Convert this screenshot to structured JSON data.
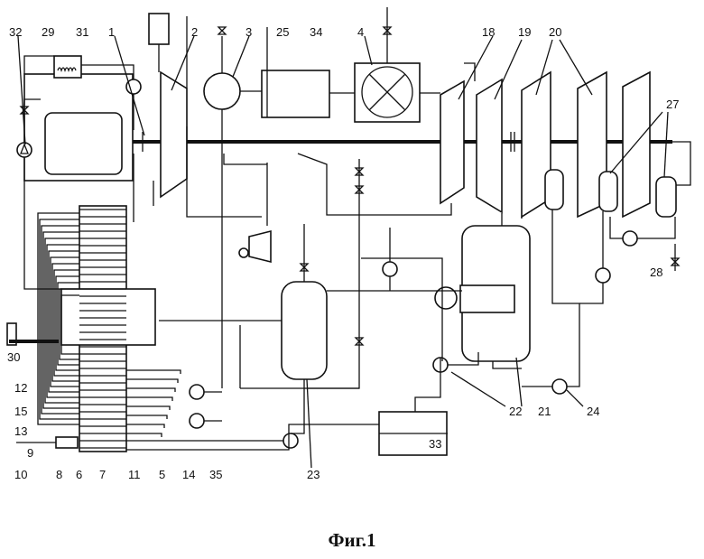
{
  "labels": {
    "l32": "32",
    "l29": "29",
    "l31": "31",
    "l1": "1",
    "l2": "2",
    "l3": "3",
    "l25": "25",
    "l34": "34",
    "l4": "4",
    "l18": "18",
    "l19": "19",
    "l20": "20",
    "l27": "27",
    "l28": "28",
    "l30": "30",
    "l12": "12",
    "l15": "15",
    "l13": "13",
    "l9": "9",
    "l10": "10",
    "l8": "8",
    "l6": "6",
    "l7": "7",
    "l11": "11",
    "l5": "5",
    "l14": "14",
    "l35": "35",
    "l23": "23",
    "l33": "33",
    "l22": "22",
    "l21": "21",
    "l24": "24"
  },
  "caption": "Фиг.1"
}
